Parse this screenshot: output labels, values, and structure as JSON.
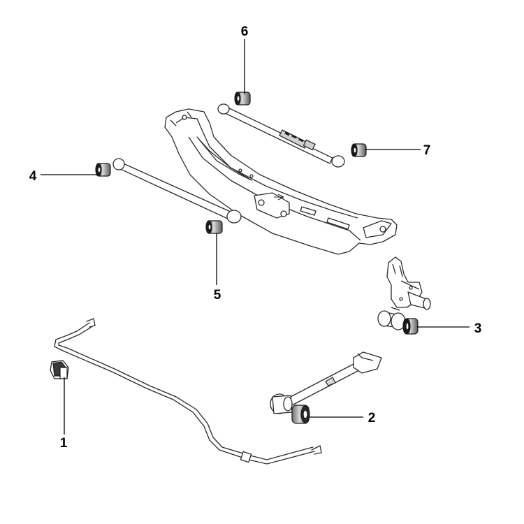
{
  "diagram": {
    "callouts": [
      {
        "id": "1",
        "label": "1"
      },
      {
        "id": "2",
        "label": "2"
      },
      {
        "id": "3",
        "label": "3"
      },
      {
        "id": "4",
        "label": "4"
      },
      {
        "id": "5",
        "label": "5"
      },
      {
        "id": "6",
        "label": "6"
      },
      {
        "id": "7",
        "label": "7"
      }
    ],
    "colors": {
      "stroke": "#2a2a2a",
      "part_fill": "#ffffff",
      "bushing_dark": "#1a1a1a",
      "bushing_mid": "#8a8a8a",
      "leader": "#000000"
    }
  }
}
